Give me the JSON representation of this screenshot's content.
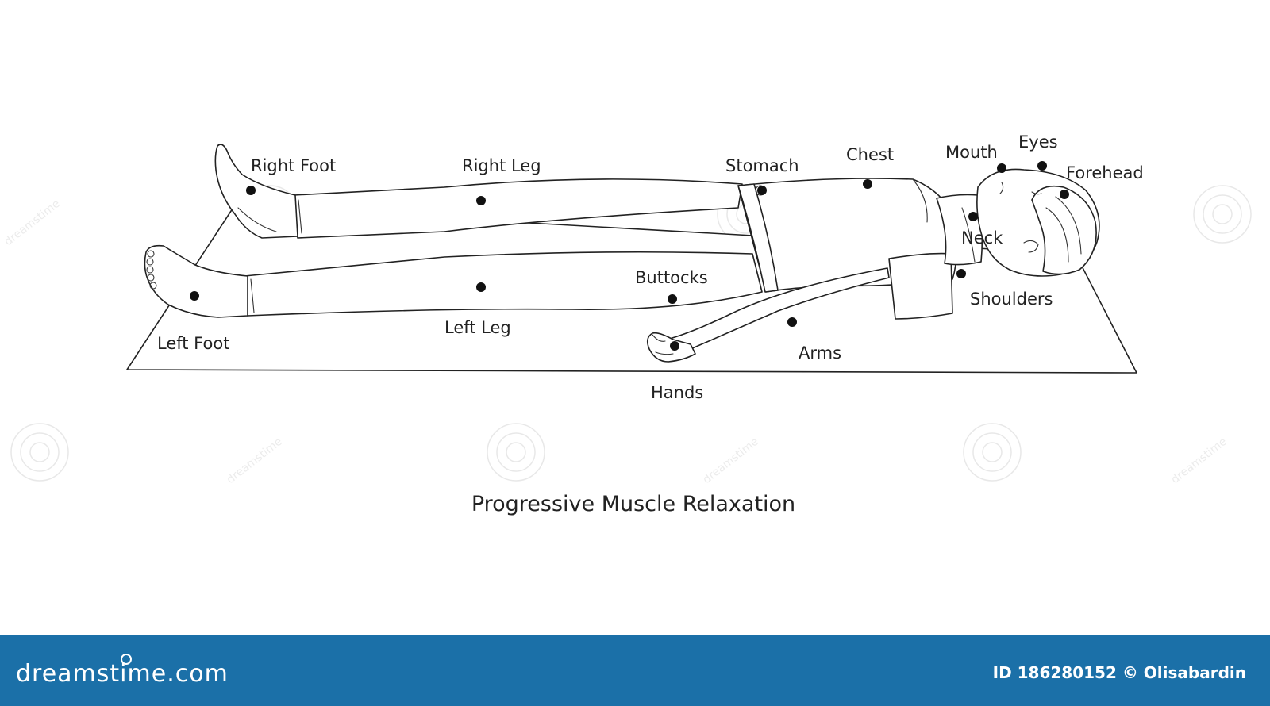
{
  "diagram": {
    "title": "Progressive Muscle Relaxation",
    "labels": {
      "right_foot": "Right Foot",
      "right_leg": "Right Leg",
      "stomach": "Stomach",
      "chest": "Chest",
      "mouth": "Mouth",
      "eyes": "Eyes",
      "forehead": "Forehead",
      "neck": "Neck",
      "buttocks": "Buttocks",
      "shoulders": "Shoulders",
      "left_foot": "Left Foot",
      "left_leg": "Left Leg",
      "arms": "Arms",
      "hands": "Hands"
    },
    "watermark": "dreamstime"
  },
  "footer": {
    "logo": "dreamstime.com",
    "credit": "ID 186280152 © Olisabardin"
  },
  "colors": {
    "footer_bg": "#1b70a8",
    "line": "#222222",
    "dot": "#111111"
  }
}
